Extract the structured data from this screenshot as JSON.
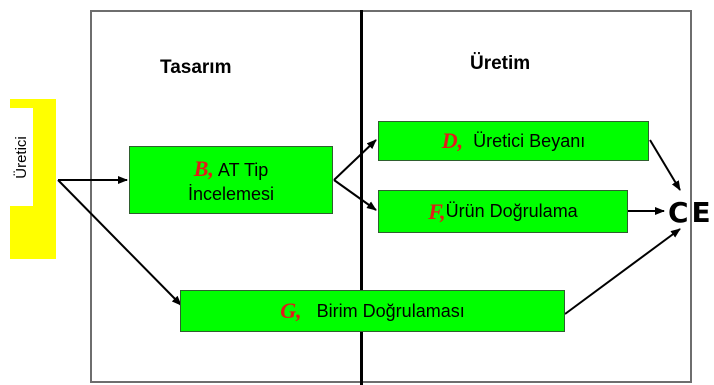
{
  "phases": {
    "design": "Tasarım",
    "production": "Üretim"
  },
  "actor": "Üretici",
  "modules": {
    "b": {
      "letter": "B,",
      "line1": "AT Tip",
      "line2": "İncelemesi"
    },
    "d": {
      "letter": "D,",
      "text": "Üretici Beyanı"
    },
    "f": {
      "letter": "F,",
      "text": "Ürün Doğrulama"
    },
    "g": {
      "letter": "G,",
      "text": "Birim Doğrulaması"
    }
  },
  "ce_mark": "CE",
  "colors": {
    "module_fill": "#00ff00",
    "actor_fill": "#ffff00",
    "module_letter": "#e21a1a"
  }
}
